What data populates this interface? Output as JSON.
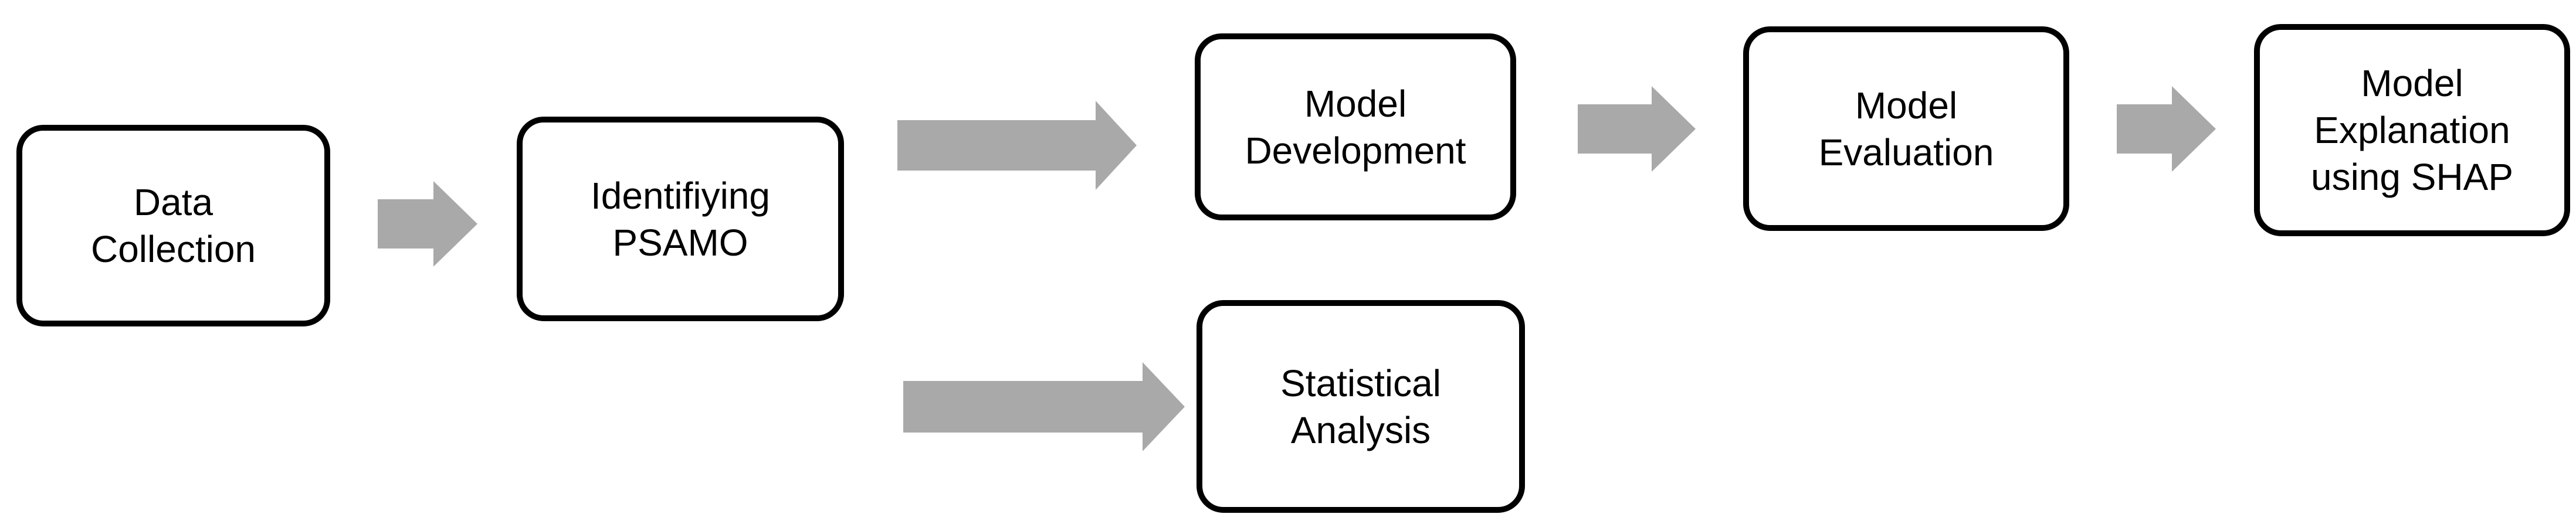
{
  "figure": {
    "type": "flowchart",
    "colors": {
      "background": "#ffffff",
      "node_fill": "#ffffff",
      "node_border": "#000000",
      "text": "#000000",
      "arrow": "#a9a9a9"
    },
    "nodes": [
      {
        "id": "data-collection",
        "label": "Data\nCollection"
      },
      {
        "id": "identifiying-psamo",
        "label": "Identifiying\nPSAMO"
      },
      {
        "id": "model-development",
        "label": "Model\nDevelopment"
      },
      {
        "id": "model-evaluation",
        "label": "Model\nEvaluation"
      },
      {
        "id": "model-explanation-shap",
        "label": "Model\nExplanation\nusing SHAP"
      },
      {
        "id": "statistical-analysis",
        "label": "Statistical\nAnalysis"
      }
    ],
    "edges": [
      {
        "from": "data-collection",
        "to": "identifiying-psamo"
      },
      {
        "from": "identifiying-psamo",
        "to": "model-development"
      },
      {
        "from": "identifiying-psamo",
        "to": "statistical-analysis"
      },
      {
        "from": "model-development",
        "to": "model-evaluation"
      },
      {
        "from": "model-evaluation",
        "to": "model-explanation-shap"
      }
    ]
  }
}
